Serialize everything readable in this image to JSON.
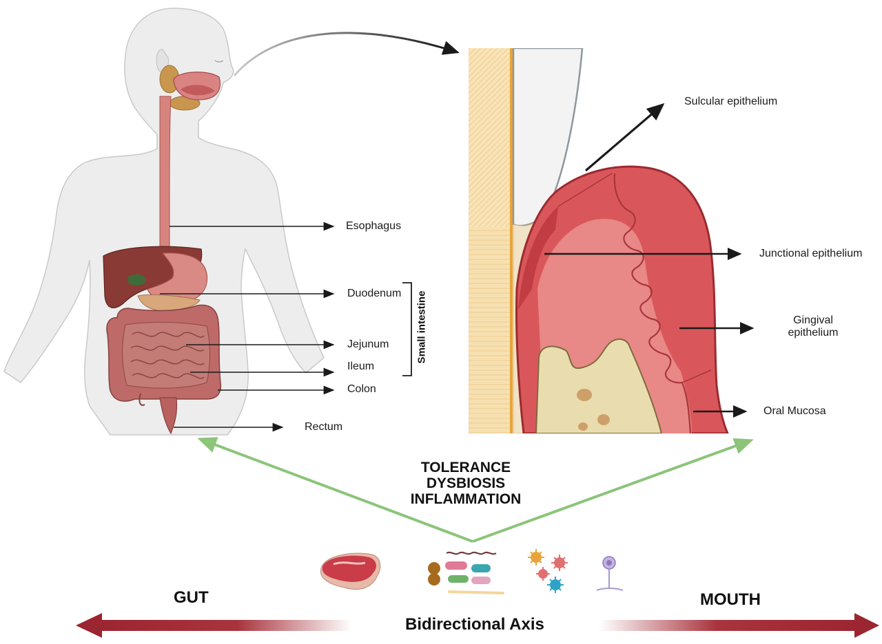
{
  "gut_labels": {
    "esophagus": "Esophagus",
    "duodenum": "Duodenum",
    "jejunum": "Jejunum",
    "ileum": "Ileum",
    "colon": "Colon",
    "rectum": "Rectum",
    "small_intestine": "Small intestine"
  },
  "oral_labels": {
    "sulcular": "Sulcular epithelium",
    "junctional": "Junctional epithelium",
    "gingival_line1": "Gingival",
    "gingival_line2": "epithelium",
    "oral_mucosa": "Oral Mucosa"
  },
  "center_terms": [
    "TOLERANCE",
    "DYSBIOSIS",
    "INFLAMMATION"
  ],
  "axis": {
    "gut": "GUT",
    "mouth": "MOUTH",
    "title": "Bidirectional Axis"
  },
  "colors": {
    "green_arrow": "#8cc47a",
    "axis_red": "#9b2530",
    "gum_red": "#d9575a",
    "bone": "#e9dcae"
  }
}
